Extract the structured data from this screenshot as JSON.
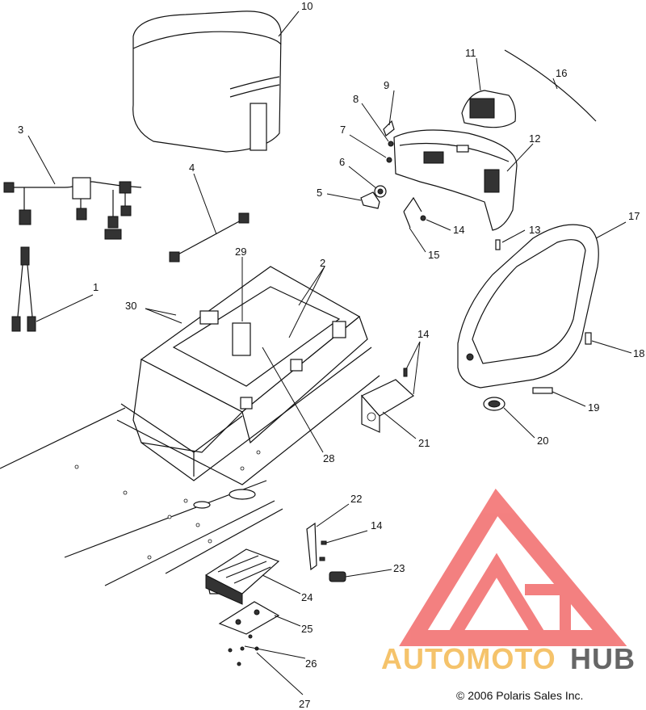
{
  "diagram": {
    "callouts": [
      {
        "id": "1",
        "label": "1"
      },
      {
        "id": "2",
        "label": "2"
      },
      {
        "id": "3",
        "label": "3"
      },
      {
        "id": "4",
        "label": "4"
      },
      {
        "id": "5",
        "label": "5"
      },
      {
        "id": "6",
        "label": "6"
      },
      {
        "id": "7",
        "label": "7"
      },
      {
        "id": "8",
        "label": "8"
      },
      {
        "id": "9",
        "label": "9"
      },
      {
        "id": "10",
        "label": "10"
      },
      {
        "id": "11",
        "label": "11"
      },
      {
        "id": "12",
        "label": "12"
      },
      {
        "id": "13",
        "label": "13"
      },
      {
        "id": "14a",
        "label": "14"
      },
      {
        "id": "14b",
        "label": "14"
      },
      {
        "id": "14c",
        "label": "14"
      },
      {
        "id": "15",
        "label": "15"
      },
      {
        "id": "16",
        "label": "16"
      },
      {
        "id": "17",
        "label": "17"
      },
      {
        "id": "18",
        "label": "18"
      },
      {
        "id": "19",
        "label": "19"
      },
      {
        "id": "20",
        "label": "20"
      },
      {
        "id": "21",
        "label": "21"
      },
      {
        "id": "22",
        "label": "22"
      },
      {
        "id": "23",
        "label": "23"
      },
      {
        "id": "24",
        "label": "24"
      },
      {
        "id": "25",
        "label": "25"
      },
      {
        "id": "26",
        "label": "26"
      },
      {
        "id": "27",
        "label": "27"
      },
      {
        "id": "28",
        "label": "28"
      },
      {
        "id": "29",
        "label": "29"
      },
      {
        "id": "30",
        "label": "30"
      }
    ],
    "copyright": "© 2006 Polaris Sales Inc.",
    "watermark": {
      "word_part1": "AUTOMOTO",
      "word_part2": "HUB",
      "color_primary": "#f26b6b",
      "color_secondary": "#f5c36b",
      "color_dark": "#555555"
    }
  }
}
